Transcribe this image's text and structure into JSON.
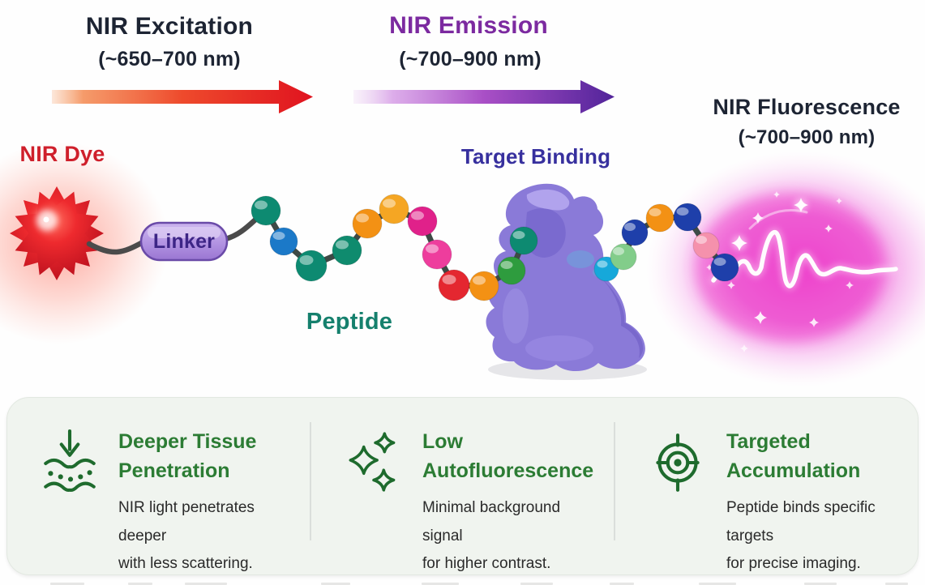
{
  "header": {
    "excitation_title": "NIR Excitation",
    "excitation_range": "(~650–700 nm)",
    "emission_title": "NIR Emission",
    "emission_range": "(~700–900 nm)",
    "fluorescence_title": "NIR Fluorescence",
    "fluorescence_range": "(~700–900 nm)"
  },
  "diagram": {
    "dye_label": "NIR Dye",
    "linker_label": "Linker",
    "peptide_label": "Peptide",
    "target_binding_label": "Target Binding"
  },
  "features": [
    {
      "icon": "tissue-penetration-icon",
      "title_lines": [
        "Deeper Tissue",
        "Penetration"
      ],
      "desc_lines": [
        "NIR light penetrates deeper",
        "with less scattering."
      ]
    },
    {
      "icon": "sparkles-icon",
      "title_lines": [
        "Low",
        "Autofluorescence"
      ],
      "desc_lines": [
        "Minimal background signal",
        "for higher contrast."
      ]
    },
    {
      "icon": "crosshair-target-icon",
      "title_lines": [
        "Targeted",
        "Accumulation"
      ],
      "desc_lines": [
        "Peptide binds specific targets",
        "for precise imaging."
      ]
    }
  ],
  "colors": {
    "excitation_text": "#1d2433",
    "emission_text": "#7c2aa0",
    "dye_text": "#cf1f2b",
    "peptide_text": "#15806d",
    "target_binding_text": "#37309e",
    "excitation_arrow_end": "#e0131f",
    "emission_arrow_end": "#52249a",
    "linker_pill_fill": "#b79ae6",
    "protein_purple": "#8a7ad8",
    "glow_magenta": "#ec2fc4",
    "feature_title_green": "#2c7c34",
    "feature_icon_green": "#1e6b2d",
    "panel_background": "#f0f4ef"
  }
}
